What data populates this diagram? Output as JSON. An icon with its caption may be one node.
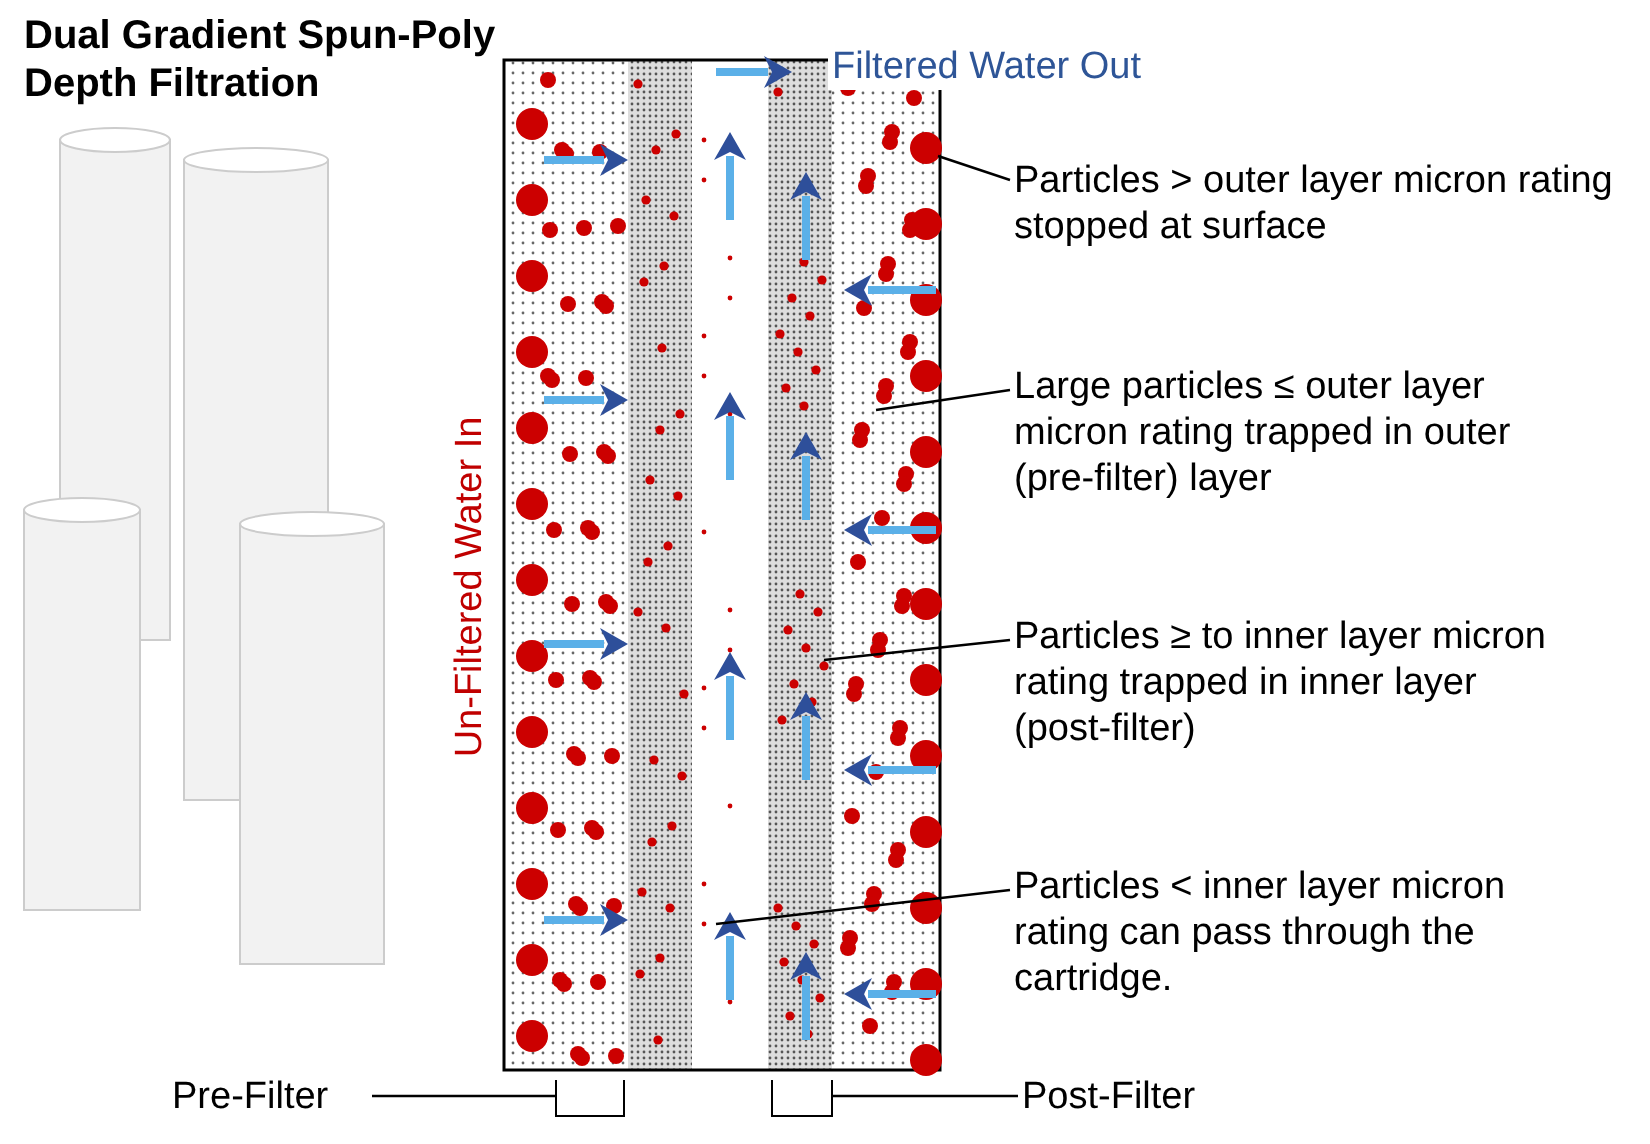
{
  "diagram": {
    "title": "Dual Gradient Spun-Poly Depth Filtration",
    "nodes": [
      {
        "text": [
          "Particles > outer layer micron rating stopped at surface"
        ]
      },
      {
        "text": [
          "Large particles ≤ outer layer micron rating trapped in outer (pre-filter) layer"
        ]
      },
      {
        "text": [
          "Particles ≥ to inner layer micron rating trapped in inner layer (post-filter)"
        ]
      },
      {
        "text": [
          "Particles < inner layer micron rating can pass through the cartridge."
        ]
      },
      {
        "text": [
          "Pre-Filter"
        ]
      },
      {
        "text": [
          "Post-Filter"
        ]
      },
      {
        "text": [],
        "shape": "bracket"
      },
      {
        "text": [],
        "shape": "bracket"
      }
    ],
    "edges": [
      {
        "from": 0,
        "to": null,
        "arrow": "none"
      },
      {
        "from": 1,
        "to": null,
        "arrow": "none"
      },
      {
        "from": 2,
        "to": null,
        "arrow": "none"
      },
      {
        "from": 3,
        "to": null,
        "arrow": "none"
      },
      {
        "from": 4,
        "to": 6,
        "arrow": "none"
      },
      {
        "from": 5,
        "to": 7,
        "arrow": "none"
      }
    ],
    "labels": [
      "Filtered Water Out",
      "Un-Filtered Water In"
    ]
  }
}
